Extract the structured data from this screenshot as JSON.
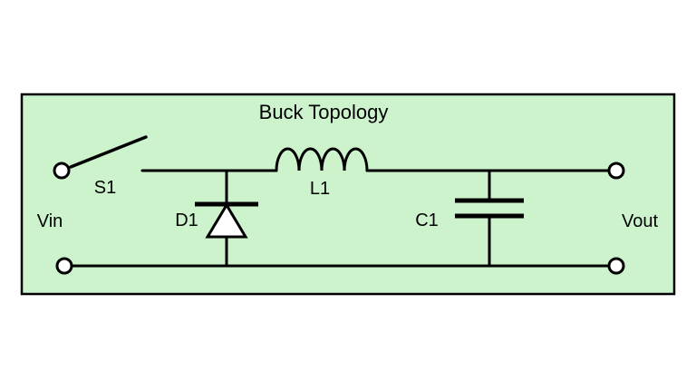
{
  "diagram": {
    "title": "Buck Topology",
    "colors": {
      "page_background": "#ffffff",
      "diagram_background": "#cdf3cd",
      "line": "#000000",
      "terminal_fill": "#ffffff"
    },
    "labels": {
      "input": "Vin",
      "output": "Vout",
      "switch": "S1",
      "diode": "D1",
      "inductor": "L1",
      "capacitor": "C1"
    }
  }
}
